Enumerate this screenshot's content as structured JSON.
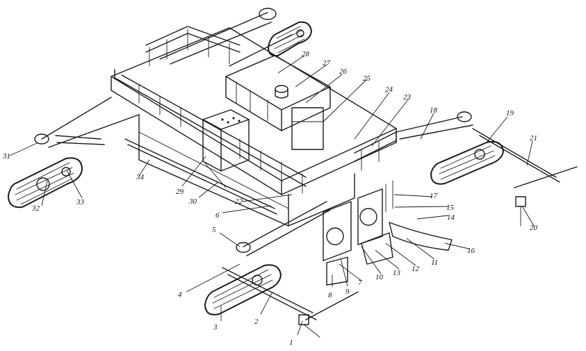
{
  "figure": {
    "callouts": [
      {
        "id": "1",
        "text": "1"
      },
      {
        "id": "2",
        "text": "2"
      },
      {
        "id": "3",
        "text": "3"
      },
      {
        "id": "4",
        "text": "4"
      },
      {
        "id": "5",
        "text": "5"
      },
      {
        "id": "6",
        "text": "6"
      },
      {
        "id": "7",
        "text": "7"
      },
      {
        "id": "8",
        "text": "8"
      },
      {
        "id": "9",
        "text": "9"
      },
      {
        "id": "10",
        "text": "10"
      },
      {
        "id": "11",
        "text": "11"
      },
      {
        "id": "12",
        "text": "12"
      },
      {
        "id": "13",
        "text": "13"
      },
      {
        "id": "14",
        "text": "14"
      },
      {
        "id": "15",
        "text": "15"
      },
      {
        "id": "16",
        "text": "16"
      },
      {
        "id": "17",
        "text": "17"
      },
      {
        "id": "18",
        "text": "18"
      },
      {
        "id": "19",
        "text": "19"
      },
      {
        "id": "20",
        "text": "20"
      },
      {
        "id": "21",
        "text": "21"
      },
      {
        "id": "22",
        "text": "22"
      },
      {
        "id": "23",
        "text": "23"
      },
      {
        "id": "24",
        "text": "24"
      },
      {
        "id": "25",
        "text": "25"
      },
      {
        "id": "26",
        "text": "26"
      },
      {
        "id": "27",
        "text": "27"
      },
      {
        "id": "28",
        "text": "28"
      },
      {
        "id": "29",
        "text": "29"
      },
      {
        "id": "30",
        "text": "30"
      },
      {
        "id": "31",
        "text": "31"
      },
      {
        "id": "32",
        "text": "32"
      },
      {
        "id": "33",
        "text": "33"
      },
      {
        "id": "34",
        "text": "34"
      }
    ]
  }
}
